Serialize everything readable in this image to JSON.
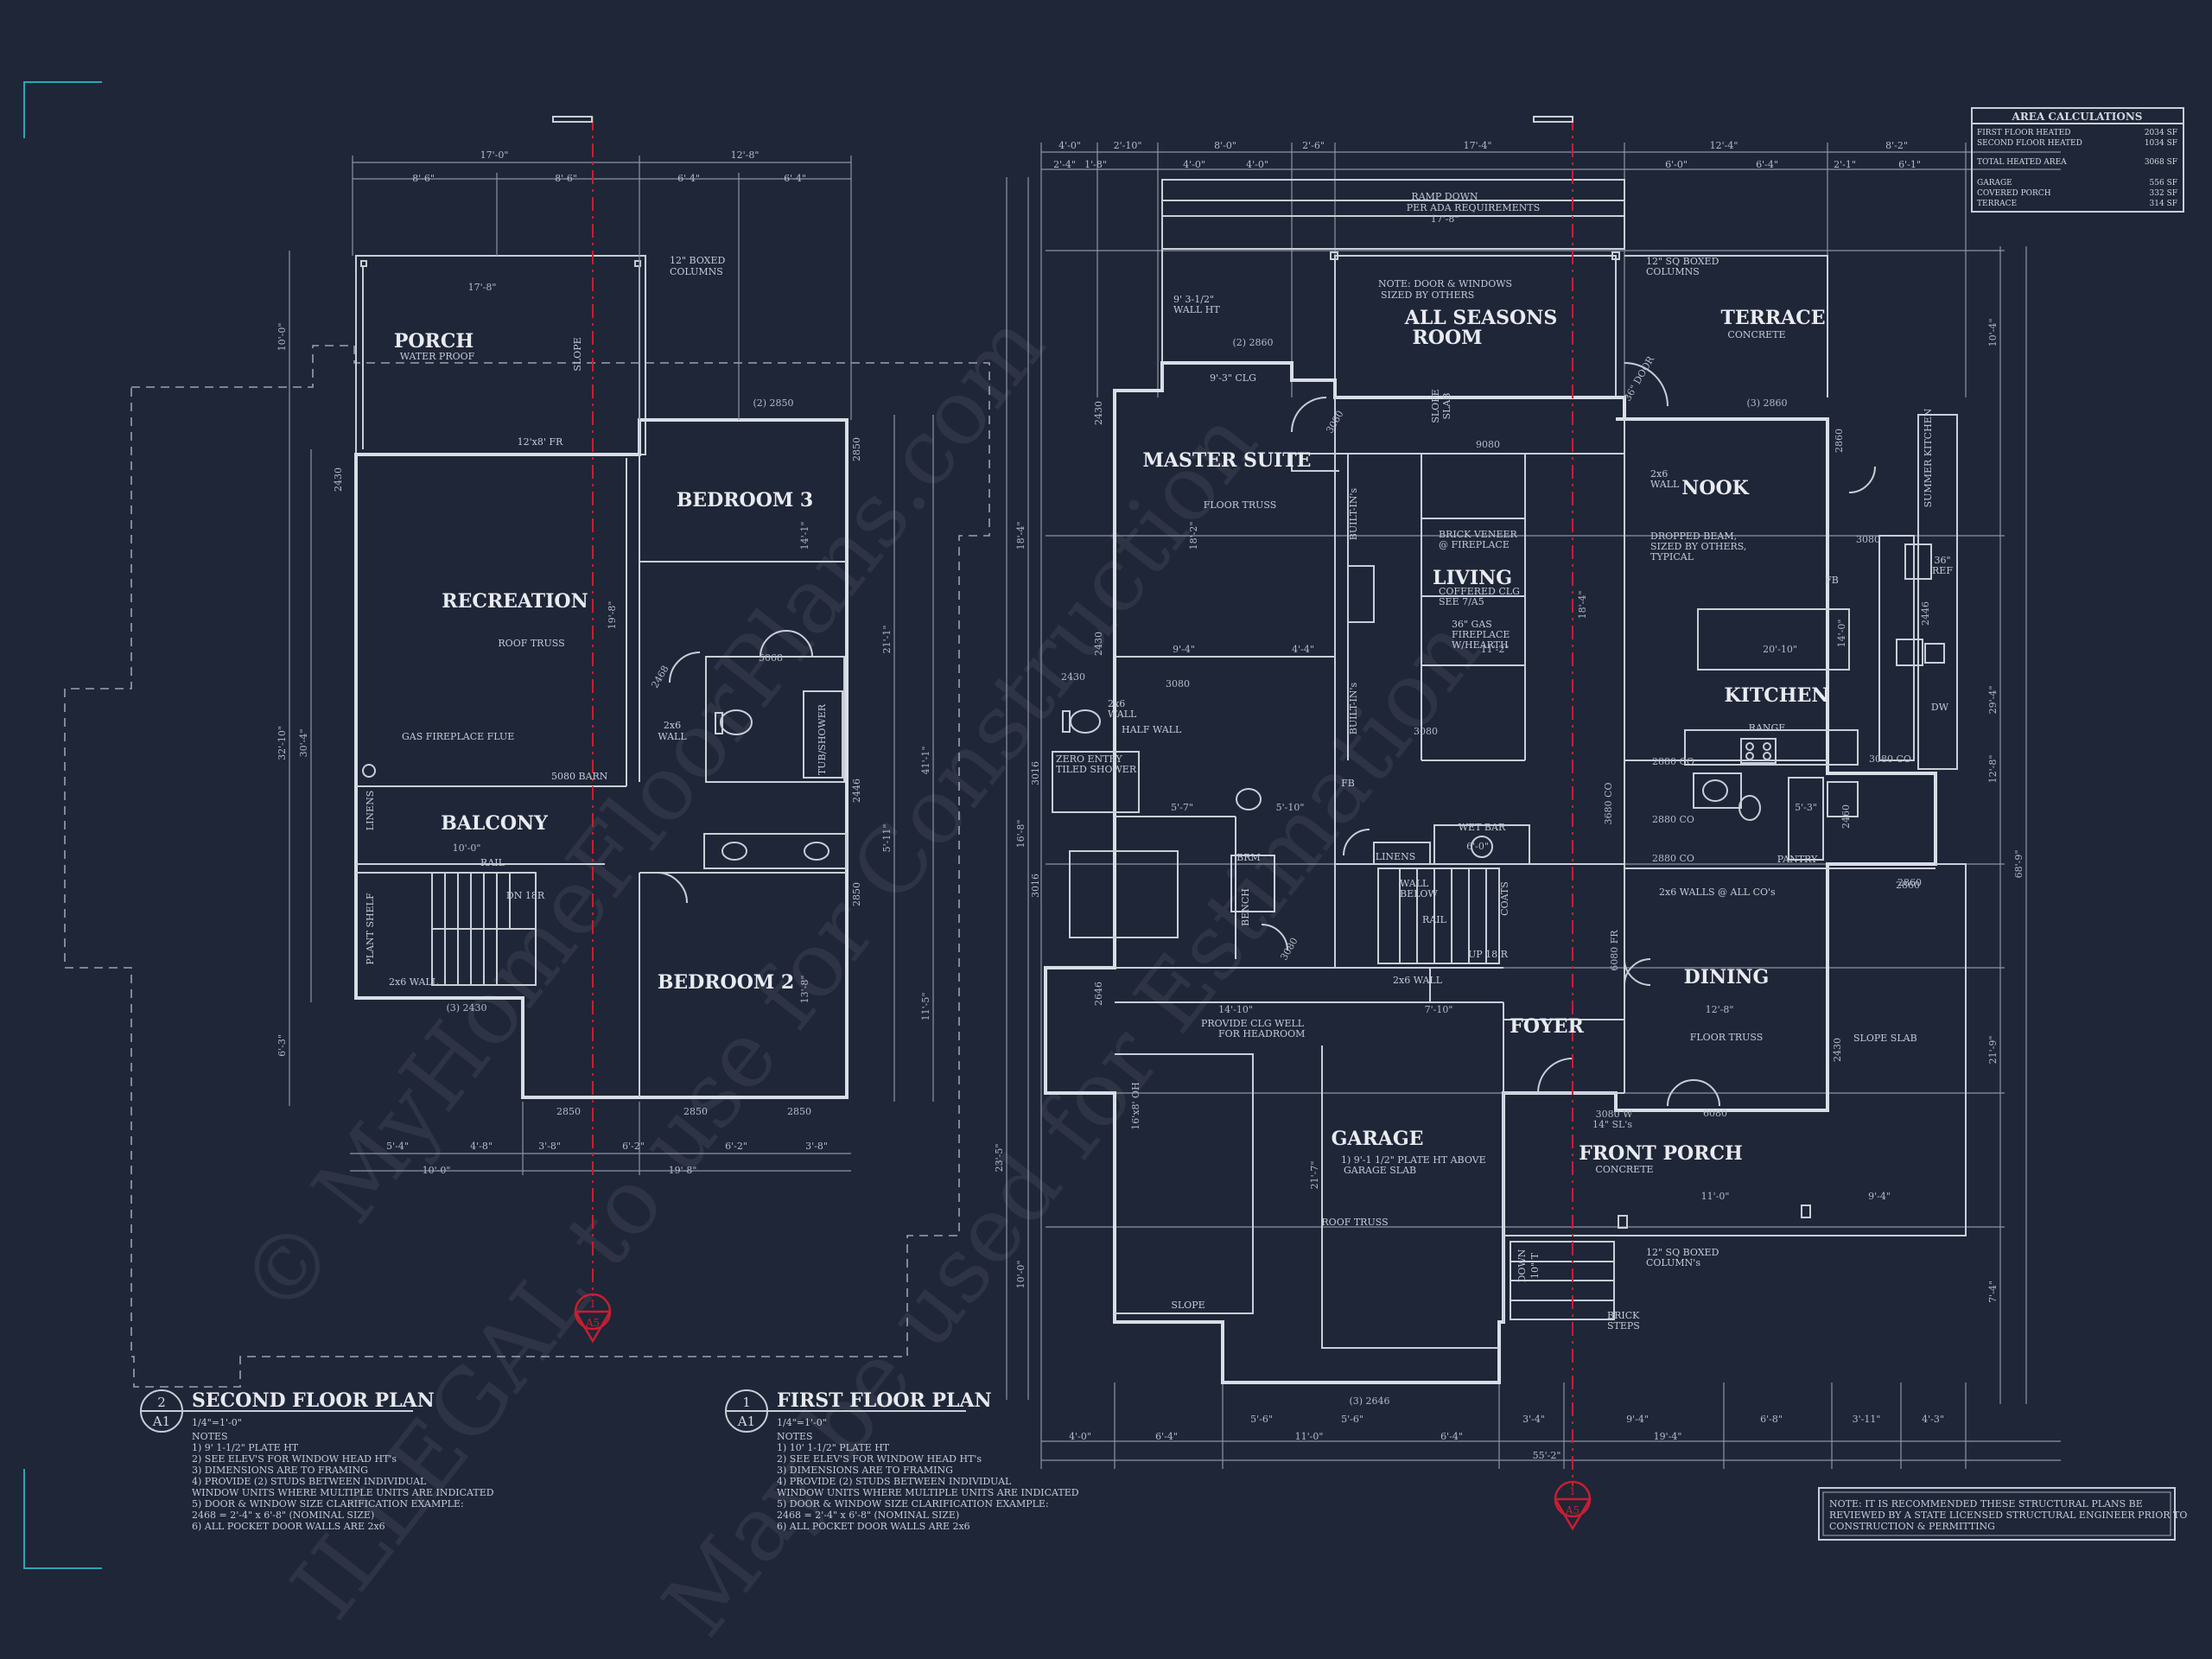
{
  "watermark": {
    "line1": "© MyHomeFloorPlans.com",
    "line2": "ILLEGAL to use for Construction",
    "line3": "May be used for Estimation"
  },
  "area_calculations": {
    "title": "AREA CALCULATIONS",
    "rows": [
      {
        "label": "FIRST FLOOR HEATED",
        "value": "2034 SF"
      },
      {
        "label": "SECOND FLOOR HEATED",
        "value": "1034 SF"
      },
      {
        "label": "TOTAL HEATED AREA",
        "value": "3068 SF"
      },
      {
        "label": "GARAGE",
        "value": "556 SF"
      },
      {
        "label": "COVERED PORCH",
        "value": "332 SF"
      },
      {
        "label": "TERRACE",
        "value": "314 SF"
      }
    ]
  },
  "second_floor": {
    "title_num": "2",
    "title_sheet": "A1",
    "title": "SECOND FLOOR PLAN",
    "scale": "1/4\"=1'-0\"",
    "notes_header": "NOTES",
    "notes": [
      "1) 9' 1-1/2\" PLATE HT",
      "2) SEE ELEV'S FOR WINDOW HEAD HT's",
      "3) DIMENSIONS ARE TO FRAMING",
      "4) PROVIDE (2) STUDS BETWEEN INDIVIDUAL",
      "   WINDOW UNITS WHERE MULTIPLE UNITS ARE INDICATED",
      "5) DOOR & WINDOW SIZE CLARIFICATION EXAMPLE:",
      "   2468 = 2'-4\" x 6'-8\" (NOMINAL SIZE)",
      "6) ALL POCKET DOOR WALLS ARE 2x6"
    ],
    "rooms": {
      "porch": "PORCH",
      "porch_sub": "WATER PROOF",
      "recreation": "RECREATION",
      "bedroom3": "BEDROOM 3",
      "bedroom2": "BEDROOM 2",
      "balcony": "BALCONY"
    },
    "labels": {
      "boxed_columns": "12\" BOXED",
      "boxed_columns2": "COLUMNS",
      "slope": "SLOPE",
      "roof_truss": "ROOF TRUSS",
      "gas_flue": "GAS FIREPLACE FLUE",
      "barn": "5080 BARN",
      "fr": "12'x8' FR",
      "wall2x6": "2x6",
      "wall2x6b": "WALL",
      "tub": "TUB/SHOWER",
      "linens": "LINENS",
      "rail": "RAIL",
      "dn": "DN 18R",
      "plant_shelf": "PLANT SHELF",
      "wall_2x6": "2x6 WALL",
      "win_2850": "(2) 2850",
      "win_2430": "(3) 2430",
      "w2850a": "2850",
      "w2850b": "2850",
      "w2850c": "2850",
      "d5068": "5068",
      "d2468": "2468",
      "w2850r": "2850",
      "w2446": "2446",
      "w2850r2": "2850",
      "w2430l": "2430"
    },
    "dims": {
      "top1": "17'-0\"",
      "top2": "12'-8\"",
      "top3": "8'-6\"",
      "top4": "8'-6\"",
      "top5": "6'-4\"",
      "top6": "6'-4\"",
      "porch_w": "17'-8\"",
      "left_total": "32'-10\"",
      "left_a": "30'-4\"",
      "left_b": "10'-0\"",
      "left_c": "6'-3\"",
      "right_total": "41'-1\"",
      "right_a": "21'-1\"",
      "right_b": "11'-5\"",
      "right_c": "5'-11\"",
      "bot1": "5'-4\"",
      "bot2": "4'-8\"",
      "bot3": "3'-8\"",
      "bot4": "6'-2\"",
      "bot5": "6'-2\"",
      "bot6": "3'-8\"",
      "bot7": "10'-0\"",
      "bot8": "19'-8\"",
      "rec_h": "19'-8\"",
      "bal_w": "10'-0\"",
      "b3_h": "14'-1\"",
      "b2_h": "13'-8\""
    }
  },
  "first_floor": {
    "title_num": "1",
    "title_sheet": "A1",
    "title": "FIRST FLOOR PLAN",
    "scale": "1/4\"=1'-0\"",
    "notes_header": "NOTES",
    "notes": [
      "1) 10' 1-1/2\" PLATE HT",
      "2) SEE ELEV'S FOR WINDOW HEAD HT's",
      "3) DIMENSIONS ARE TO FRAMING",
      "4) PROVIDE (2) STUDS BETWEEN INDIVIDUAL",
      "   WINDOW UNITS WHERE MULTIPLE UNITS ARE INDICATED",
      "5) DOOR & WINDOW SIZE CLARIFICATION EXAMPLE:",
      "   2468 = 2'-4\" x 6'-8\" (NOMINAL SIZE)",
      "6) ALL POCKET DOOR WALLS ARE 2x6"
    ],
    "rooms": {
      "master": "MASTER SUITE",
      "all_seasons1": "ALL SEASONS",
      "all_seasons2": "ROOM",
      "terrace": "TERRACE",
      "terrace_sub": "CONCRETE",
      "nook": "NOOK",
      "living": "LIVING",
      "kitchen": "KITCHEN",
      "dining": "DINING",
      "foyer": "FOYER",
      "garage": "GARAGE",
      "front_porch": "FRONT PORCH",
      "front_porch_sub": "CONCRETE"
    },
    "labels": {
      "ramp1": "RAMP DOWN",
      "ramp2": "PER ADA REQUIREMENTS",
      "note_door1": "NOTE: DOOR & WINDOWS",
      "note_door2": "SIZED BY OTHERS",
      "sq_col1": "12\" SQ BOXED",
      "sq_col2": "COLUMNS",
      "wall_ht1": "9' 3-1/2\"",
      "wall_ht2": "WALL HT",
      "clg": "9'-3\" CLG",
      "floor_truss": "FLOOR TRUSS",
      "brick1": "BRICK VENEER",
      "brick2": "@ FIREPLACE",
      "coffered1": "COFFERED CLG",
      "coffered2": "SEE 7/A5",
      "gas1": "36\" GAS",
      "gas2": "FIREPLACE",
      "gas3": "W/HEARTH",
      "built_in1": "BUILT-IN's",
      "built_in2": "BUILT-IN's",
      "dropped1": "DROPPED BEAM,",
      "dropped2": "SIZED BY OTHERS,",
      "dropped3": "TYPICAL",
      "wall2x6": "2x6",
      "wall2x6b": "WALL",
      "range": "RANGE",
      "pantry": "PANTRY",
      "ref1": "36\"",
      "ref2": "REF",
      "dw": "DW",
      "summer_kitchen": "SUMMER KITCHEN",
      "fb": "FB",
      "fb2": "FB",
      "half_wall": "HALF WALL",
      "zero1": "ZERO ENTRY",
      "zero2": "TILED SHOWER",
      "brm": "BRM",
      "bench": "BENCH",
      "linens": "LINENS",
      "wet_bar": "WET BAR",
      "wall_below1": "WALL",
      "wall_below2": "BELOW",
      "rail": "RAIL",
      "coats": "COATS",
      "up": "UP 18 R",
      "wall_2x6": "2x6 WALL",
      "walls_co": "2x6 WALLS @ ALL CO's",
      "clg_well1": "PROVIDE CLG WELL",
      "clg_well2": "FOR HEADROOM",
      "plate1": "1) 9'-1 1/2\" PLATE HT ABOVE",
      "plate2": "GARAGE SLAB",
      "roof_truss": "ROOF TRUSS",
      "slope": "SLOPE",
      "slope_slab": "SLOPE SLAB",
      "slope_slab2": "SLOPE",
      "slope_slab3": "SLAB",
      "floor_truss_din": "FLOOR TRUSS",
      "col_note1": "12\" SQ BOXED",
      "col_note2": "COLUMN's",
      "brick_steps1": "BRICK",
      "brick_steps2": "STEPS",
      "door3080": "3080 W",
      "sl": "14\" SL's",
      "d6080": "6080",
      "d6080fr": "6080 FR",
      "d2880": "2880 CO",
      "d2880b": "2880 CO",
      "d3080co": "3080 CO",
      "d9080": "9080",
      "d3680": "3680 CO",
      "d2646": "(3) 2646",
      "d2860": "(3) 2860",
      "d2860b": "(2) 2860",
      "slab_oh": "16'x8' OH",
      "d3080": "3080",
      "d3080b": "3080",
      "d3080c": "3080",
      "door36": "36\" DOOR",
      "d2430": "2430",
      "d2430b": "2430",
      "d2430c": "2430",
      "d2430d": "2430",
      "d3016": "3016",
      "d3016b": "3016",
      "d2646b": "2646",
      "d2860r": "2860",
      "d2860r2": "2860",
      "d2446": "2446",
      "d2880c": "2880 CO",
      "d3080d": "3080",
      "d3080e": "3080",
      "d2460": "2460",
      "d2860c": "2860",
      "wall2x6c": "2x6",
      "wall2x6d": "WALL",
      "dn": "DOWN",
      "tr": "10\" T"
    },
    "dims": {
      "top1": "4'-0\"",
      "top2": "2'-10\"",
      "top3": "8'-0\"",
      "top4": "2'-6\"",
      "top5": "17'-4\"",
      "top6": "12'-4\"",
      "top7": "8'-2\"",
      "sub1": "2'-4\"",
      "sub2": "1'-8\"",
      "sub3": "4'-0\"",
      "sub4": "4'-0\"",
      "sub5": "6'-0\"",
      "sub6": "6'-4\"",
      "sub7": "2'-1\"",
      "sub8": "6'-1\"",
      "ramp_w": "17'-8\"",
      "bot_total": "55'-2\"",
      "bot1": "4'-0\"",
      "bot2": "6'-4\"",
      "bot3": "5'-6\"",
      "bot4": "11'-0\"",
      "bot5": "5'-6\"",
      "bot6": "6'-4\"",
      "bot7": "3'-4\"",
      "bot8": "9'-4\"",
      "bot9": "19'-4\"",
      "bot10": "6'-8\"",
      "bot11": "3'-11\"",
      "bot12": "4'-3\"",
      "right_total": "68'-9\"",
      "right_a": "29'-4\"",
      "right_b": "10'-4\"",
      "right_c": "12'-8\"",
      "right_d": "21'-9\"",
      "right_e": "7'-4\"",
      "left_a": "18'-4\"",
      "left_b": "16'-8\"",
      "left_c": "23'-5\"",
      "left_d": "10'-0\"",
      "master_h": "18'-2\"",
      "kit_w": "20'-10\"",
      "garage_h": "21'-7\"",
      "garage_w": "14'-10\"",
      "foyer_w": "7'-10\"",
      "dining_w": "12'-8\"",
      "fp_w": "11'-0\"",
      "fp_w2": "9'-4\"",
      "nook_h": "14'-0\"",
      "liv_h": "18'-4\"",
      "liv_w": "11'-2\"",
      "m_w": "9'-4\"",
      "m_w2": "4'-4\"",
      "bath_w": "5'-7\"",
      "bath_w2": "5'-10\"",
      "wb": "6'-0\"",
      "wb2": "5'-3\""
    }
  },
  "section_markers": {
    "num": "1",
    "sheet": "A5"
  },
  "structural_note": {
    "line1": "NOTE: IT IS RECOMMENDED THESE STRUCTURAL PLANS BE",
    "line2": "REVIEWED BY A STATE LICENSED STRUCTURAL ENGINEER PRIOR TO",
    "line3": "CONSTRUCTION & PERMITTING"
  }
}
